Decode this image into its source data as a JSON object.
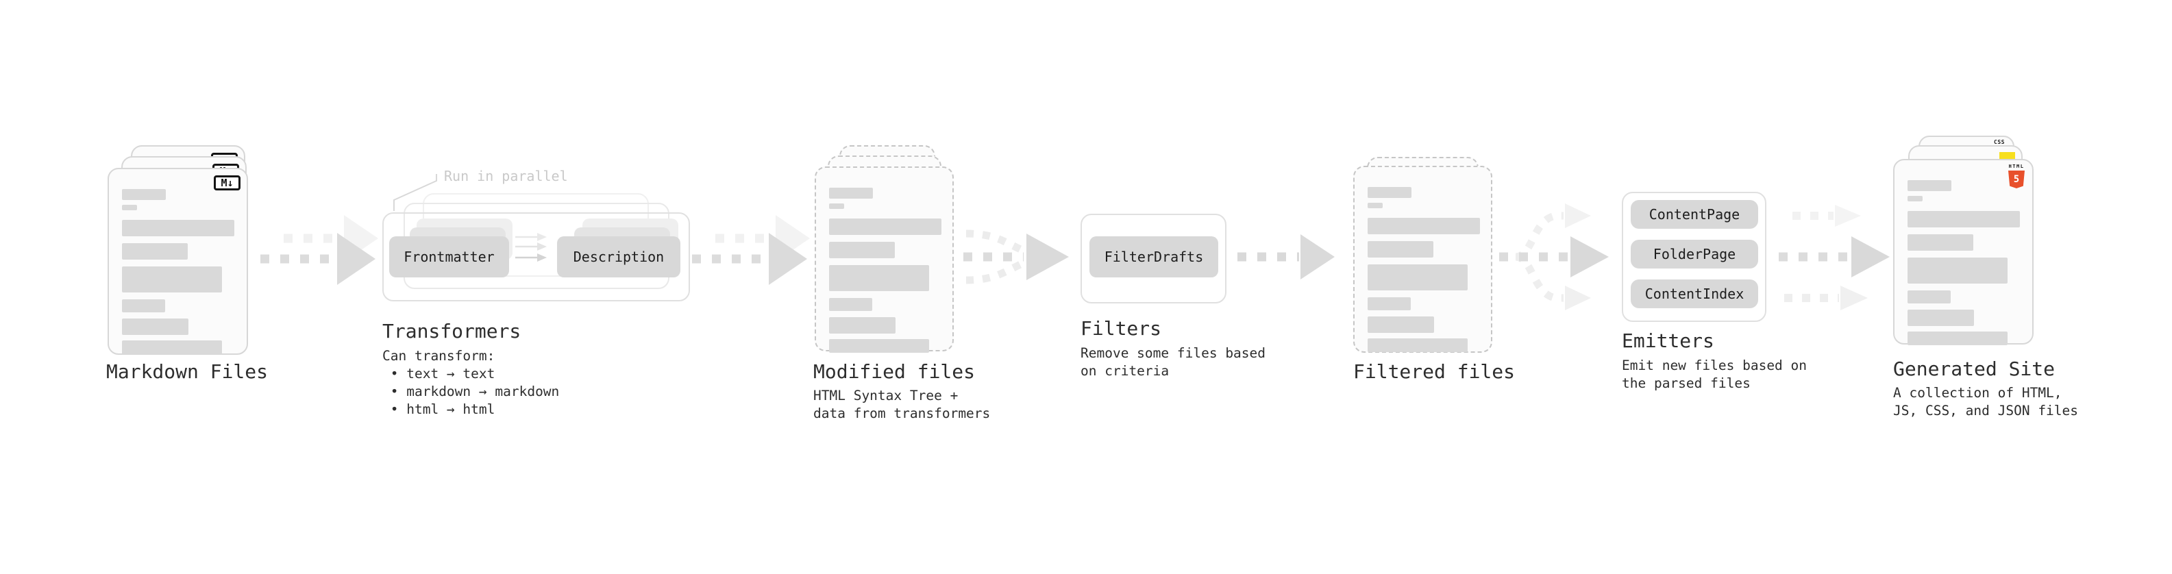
{
  "stages": {
    "markdown": {
      "title": "Markdown Files",
      "badge_label": "M↓"
    },
    "transformers": {
      "title": "Transformers",
      "callout": "Run in parallel",
      "btn_frontmatter": "Frontmatter",
      "btn_description": "Description",
      "description": "Can transform:\n • text → text\n • markdown → markdown\n • html → html"
    },
    "modified": {
      "title": "Modified files",
      "subtitle": "HTML Syntax Tree +\ndata from transformers"
    },
    "filters": {
      "title": "Filters",
      "btn_filterdrafts": "FilterDrafts",
      "subtitle": "Remove some files based\non criteria"
    },
    "filtered": {
      "title": "Filtered files"
    },
    "emitters": {
      "title": "Emitters",
      "btn_contentpage": "ContentPage",
      "btn_folderpage": "FolderPage",
      "btn_contentindex": "ContentIndex",
      "subtitle": "Emit new files based on\nthe parsed files"
    },
    "generated": {
      "title": "Generated Site",
      "subtitle": "A collection of HTML,\nJS, CSS, and JSON files",
      "badge_html_label": "HTML",
      "badge_html_number": "5",
      "badge_css_label": "CSS"
    }
  },
  "colors": {
    "html5_orange": "#e8502b",
    "js_yellow": "#f7df1e",
    "css_blue": "#2f6fe0",
    "skeleton_bar_gray": "#d9d9d9",
    "arrow_gray": "#dcdcdc",
    "arrow_ghost_gray": "#f1f1f1",
    "button_gray": "#d8d8d8",
    "text_dark": "#2d2d2d",
    "callout_gray": "#c9c9c9"
  }
}
